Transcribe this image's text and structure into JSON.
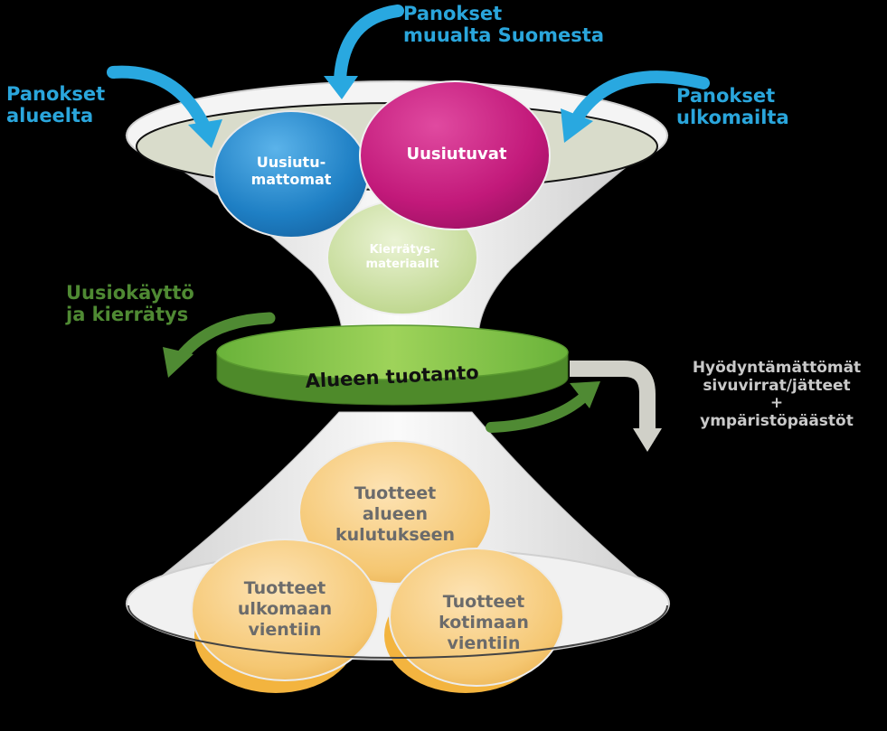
{
  "inputs": {
    "region": [
      "Panokset",
      "alueelta"
    ],
    "finland": [
      "Panokset",
      "muualta Suomesta"
    ],
    "abroad": [
      "Panokset",
      "ulkomailta"
    ]
  },
  "bubbles": {
    "non_renewable": [
      "Uusiutu-",
      "mattomat"
    ],
    "renewable": "Uusiutuvat",
    "recycled": [
      "Kierrätys-",
      "materiaalit"
    ]
  },
  "reuse": [
    "Uusiokäyttö",
    "ja kierrätys"
  ],
  "production": "Alueen tuotanto",
  "waste": [
    "Hyödyntämättömät",
    "sivuvirrat/jätteet",
    "+",
    "ympäristöpäästöt"
  ],
  "products": {
    "regional": [
      "Tuotteet",
      "alueen",
      "kulutukseen"
    ],
    "export_abroad": [
      "Tuotteet",
      "ulkomaan",
      "vientiin"
    ],
    "export_domestic": [
      "Tuotteet",
      "kotimaan",
      "vientiin"
    ]
  },
  "colors": {
    "background": "#000000",
    "input_arrow": "#29a8e0",
    "non_renewable": "#1e7fc4",
    "renewable": "#c2197a",
    "recycled": "#c6dc98",
    "production": "#7dc242",
    "product": "#f4c36a",
    "waste_arrow": "#d0d0c8"
  }
}
